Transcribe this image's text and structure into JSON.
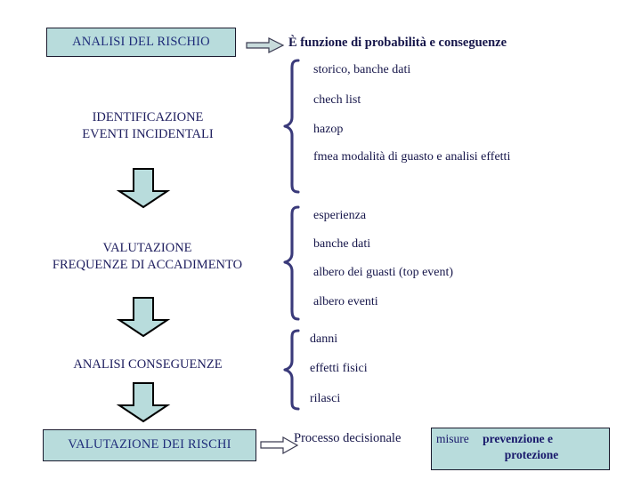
{
  "slide": {
    "title": "Analisi del rischio - schema di processo",
    "colors": {
      "box_fill": "#b8dcdc",
      "box_border": "#1a1a2e",
      "text_navy": "#1f2d7a",
      "brace_navy": "#3a3a7a",
      "arrow_fill": "#b8dcdc",
      "arrow_outline": "#000000",
      "small_arrow_fill": "#c7dbdb"
    }
  },
  "stages": [
    {
      "id": "analisi-del-rischio",
      "label": "ANALISI DEL RISCHIO",
      "boxed": true
    },
    {
      "id": "identificazione-eventi-incidentali",
      "label_line1": "IDENTIFICAZIONE",
      "label_line2": "EVENTI INCIDENTALI",
      "boxed": false
    },
    {
      "id": "valutazione-frequenze-di-accadimento",
      "label_line1": "VALUTAZIONE",
      "label_line2": "FREQUENZE DI ACCADIMENTO",
      "boxed": false
    },
    {
      "id": "analisi-conseguenze",
      "label": "ANALISI CONSEGUENZE",
      "boxed": false
    },
    {
      "id": "valutazione-dei-rischi",
      "label": "VALUTAZIONE DEI RISCHI",
      "boxed": true
    }
  ],
  "headline": {
    "text": "È funzione di probabilità e conseguenze"
  },
  "groups": [
    {
      "id": "metodi-identificazione",
      "items": [
        "storico,  banche dati",
        "chech list",
        "hazop",
        "fmea modalità di guasto e analisi effetti"
      ]
    },
    {
      "id": "metodi-frequenze",
      "items": [
        "esperienza",
        "banche dati",
        "albero dei guasti (top event)",
        "albero eventi"
      ]
    },
    {
      "id": "metodi-conseguenze",
      "items": [
        "danni",
        "effetti fisici",
        "rilasci"
      ]
    }
  ],
  "outcome": {
    "process_text": "Processo decisionale",
    "measures_prefix": "misure",
    "measures_bold_line1": "prevenzione e",
    "measures_bold_line2": "protezione"
  },
  "icons": {
    "right_arrow_top": "right-arrow-icon",
    "right_arrow_bottom": "right-arrow-icon",
    "down_arrow": "down-arrow-icon",
    "brace": "curly-brace-icon"
  }
}
